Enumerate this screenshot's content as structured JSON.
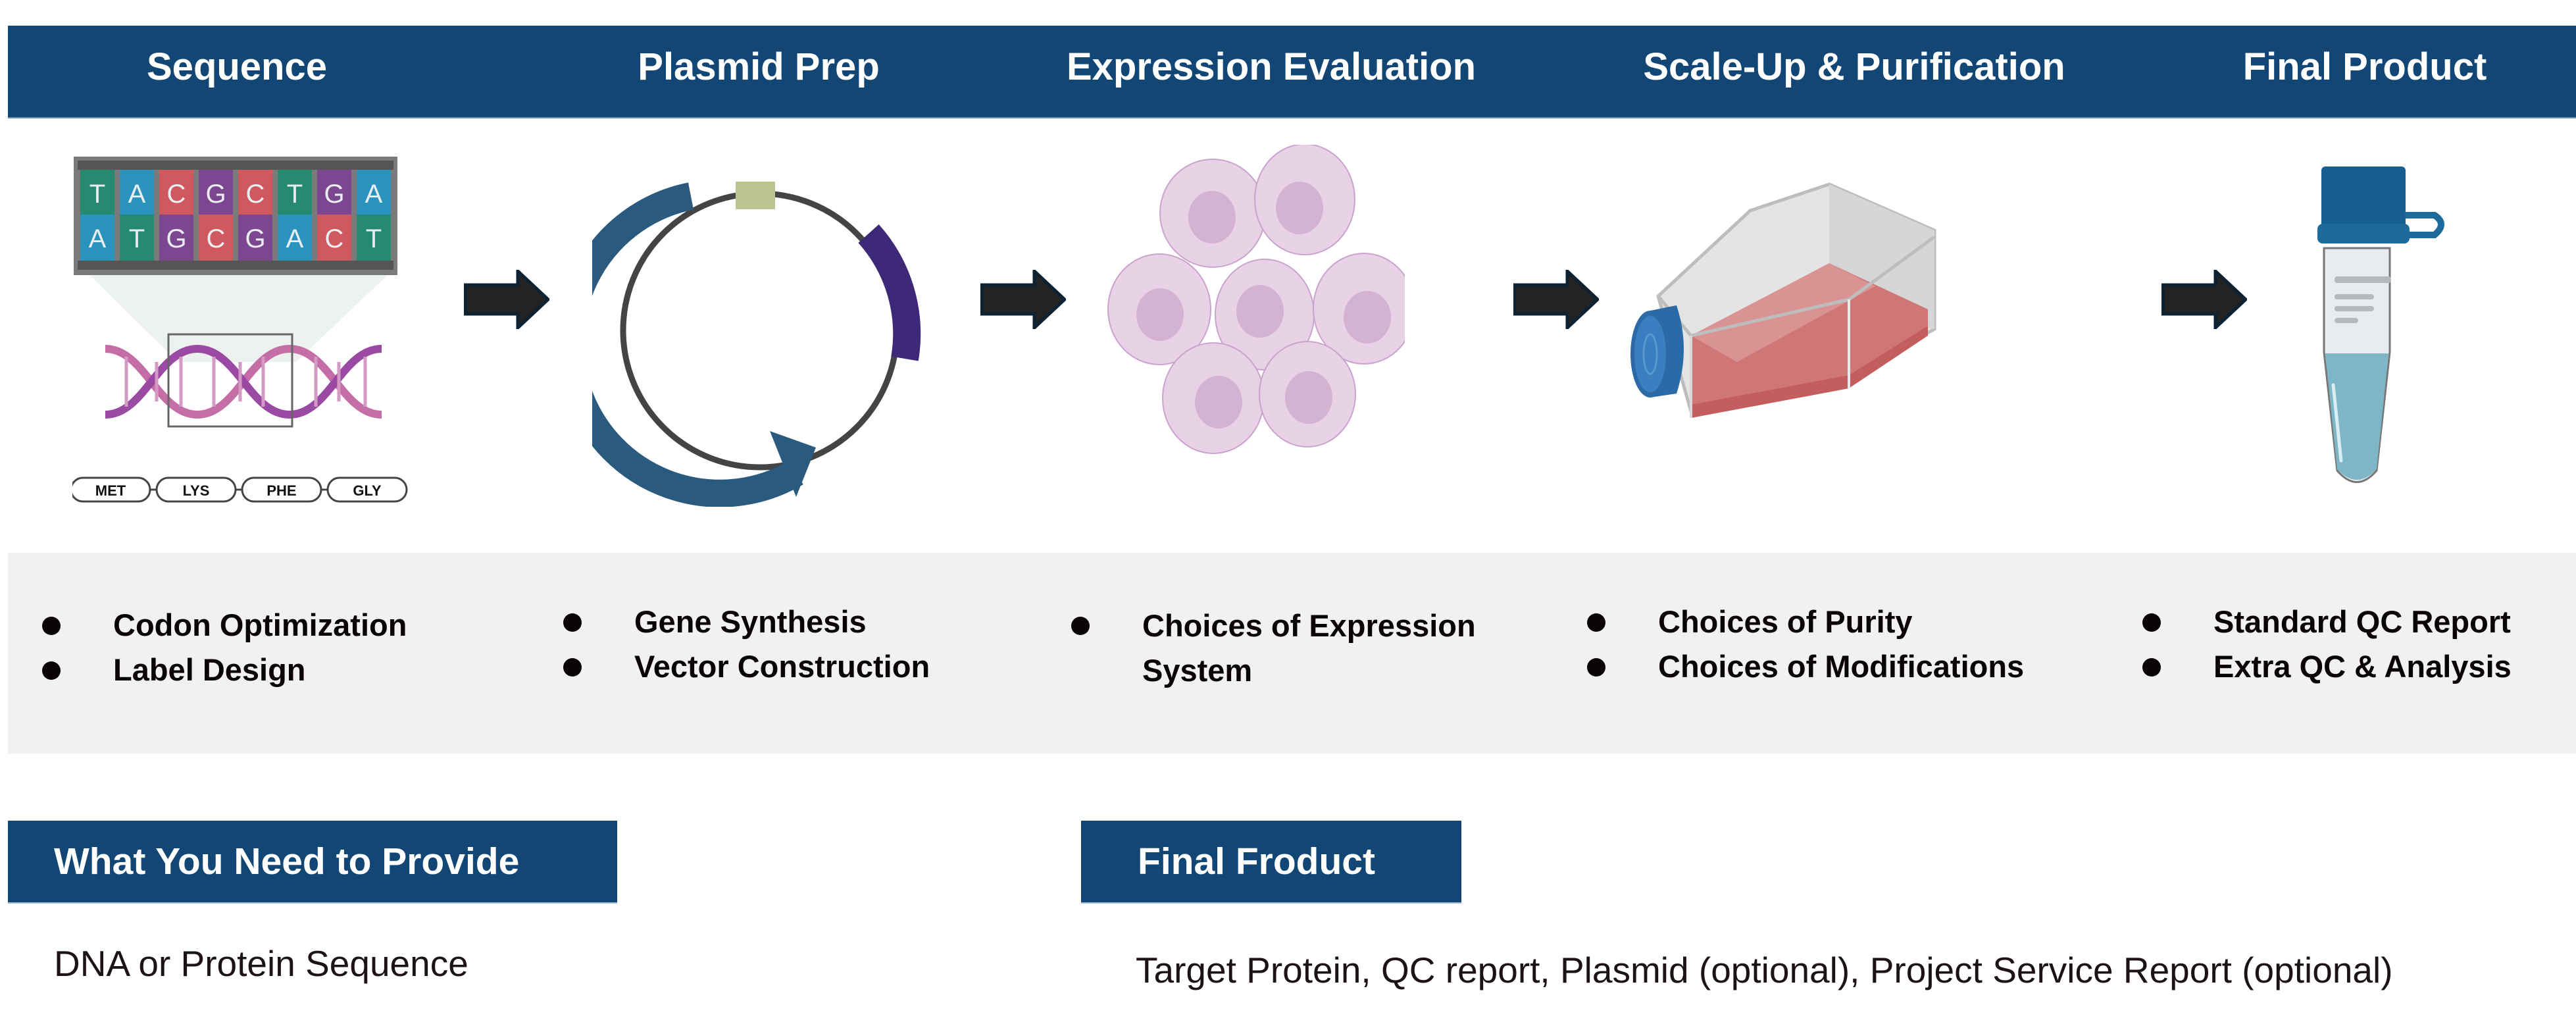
{
  "colors": {
    "header_blue": "#114675",
    "band_gray": "#f1f1f0",
    "text_dark": "#0a0505",
    "arrow_fill": "#232323",
    "arrow_stroke": "#0d2233"
  },
  "steps": [
    {
      "title": "Sequence",
      "icon": "dna-sequence-icon",
      "bullets": [
        "Codon Optimization",
        "Label Design"
      ],
      "dna": {
        "top_strand": [
          "T",
          "A",
          "C",
          "G",
          "C",
          "T",
          "G",
          "A"
        ],
        "bottom_strand": [
          "A",
          "T",
          "G",
          "C",
          "G",
          "A",
          "C",
          "T"
        ],
        "amino_acids": [
          "MET",
          "LYS",
          "PHE",
          "GLY"
        ]
      }
    },
    {
      "title": "Plasmid Prep",
      "icon": "plasmid-icon",
      "bullets": [
        "Gene Synthesis",
        "Vector Construction"
      ]
    },
    {
      "title": "Expression Evaluation",
      "icon": "cells-icon",
      "bullets": [
        "Choices of Expression System"
      ]
    },
    {
      "title": "Scale-Up & Purification",
      "icon": "culture-flask-icon",
      "bullets": [
        "Choices of Purity",
        "Choices of Modifications"
      ]
    },
    {
      "title": "Final Product",
      "icon": "tube-icon",
      "bullets": [
        "Standard QC Report",
        "Extra QC & Analysis"
      ]
    }
  ],
  "provide": {
    "label": "What You Need to Provide",
    "text": "DNA or Protein Sequence"
  },
  "final": {
    "label": "Final Froduct",
    "text": "Target Protein, QC report, Plasmid (optional), Project Service Report (optional)"
  }
}
